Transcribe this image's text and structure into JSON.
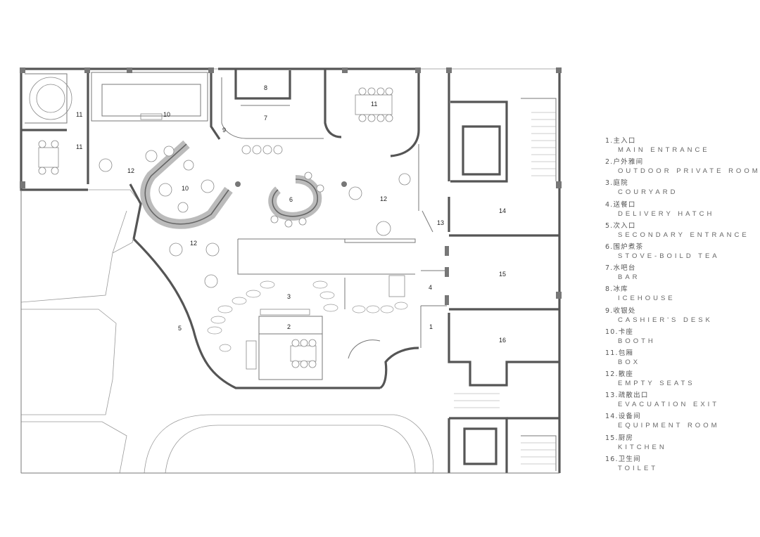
{
  "legend": [
    {
      "num": "1",
      "cn": "主入口",
      "en": "MAIN ENTRANCE"
    },
    {
      "num": "2",
      "cn": "户外雅间",
      "en": "OUTDOOR PRIVATE ROOM"
    },
    {
      "num": "3",
      "cn": "庭院",
      "en": "COURYARD"
    },
    {
      "num": "4",
      "cn": "送餐口",
      "en": "DELIVERY HATCH"
    },
    {
      "num": "5",
      "cn": "次入口",
      "en": "SECONDARY ENTRANCE"
    },
    {
      "num": "6",
      "cn": "围炉煮茶",
      "en": "STOVE-BOILD TEA"
    },
    {
      "num": "7",
      "cn": "水吧台",
      "en": "BAR"
    },
    {
      "num": "8",
      "cn": "冰库",
      "en": "ICEHOUSE"
    },
    {
      "num": "9",
      "cn": "收银处",
      "en": "CASHIER'S DESK"
    },
    {
      "num": "10",
      "cn": "卡座",
      "en": "BOOTH"
    },
    {
      "num": "11",
      "cn": "包厢",
      "en": "BOX"
    },
    {
      "num": "12",
      "cn": "散座",
      "en": "EMPTY SEATS"
    },
    {
      "num": "13",
      "cn": "疏散出口",
      "en": "EVACUATION EXIT"
    },
    {
      "num": "14",
      "cn": "设备间",
      "en": "EQUIPMENT ROOM"
    },
    {
      "num": "15",
      "cn": "厨房",
      "en": "KITCHEN"
    },
    {
      "num": "16",
      "cn": "卫生间",
      "en": "TOILET"
    }
  ],
  "room_labels": [
    "11",
    "10",
    "11",
    "12",
    "10",
    "8",
    "7",
    "9",
    "11",
    "6",
    "12",
    "12",
    "3",
    "2",
    "5",
    "13",
    "4",
    "1",
    "14",
    "15",
    "16"
  ],
  "colors": {
    "wall": "#555555",
    "line": "#888888",
    "fill": "#c8c8c8"
  }
}
